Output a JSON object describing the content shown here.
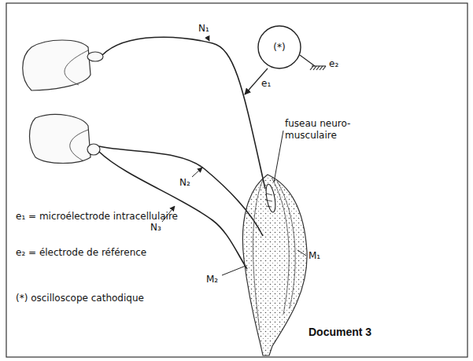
{
  "diagram": {
    "caption": "Document 3",
    "nodes": [
      {
        "text": [
          "(*)"
        ]
      }
    ],
    "labels": [
      "N₁",
      "e₁",
      "e₂",
      "fuseau neuro-musculaire",
      "N₂",
      "M₁",
      "N₃",
      "M₂",
      "e₁ = microélectrode intracellulaire",
      "e₂ = électrode de référence",
      "(*) oscilloscope cathodique"
    ]
  }
}
